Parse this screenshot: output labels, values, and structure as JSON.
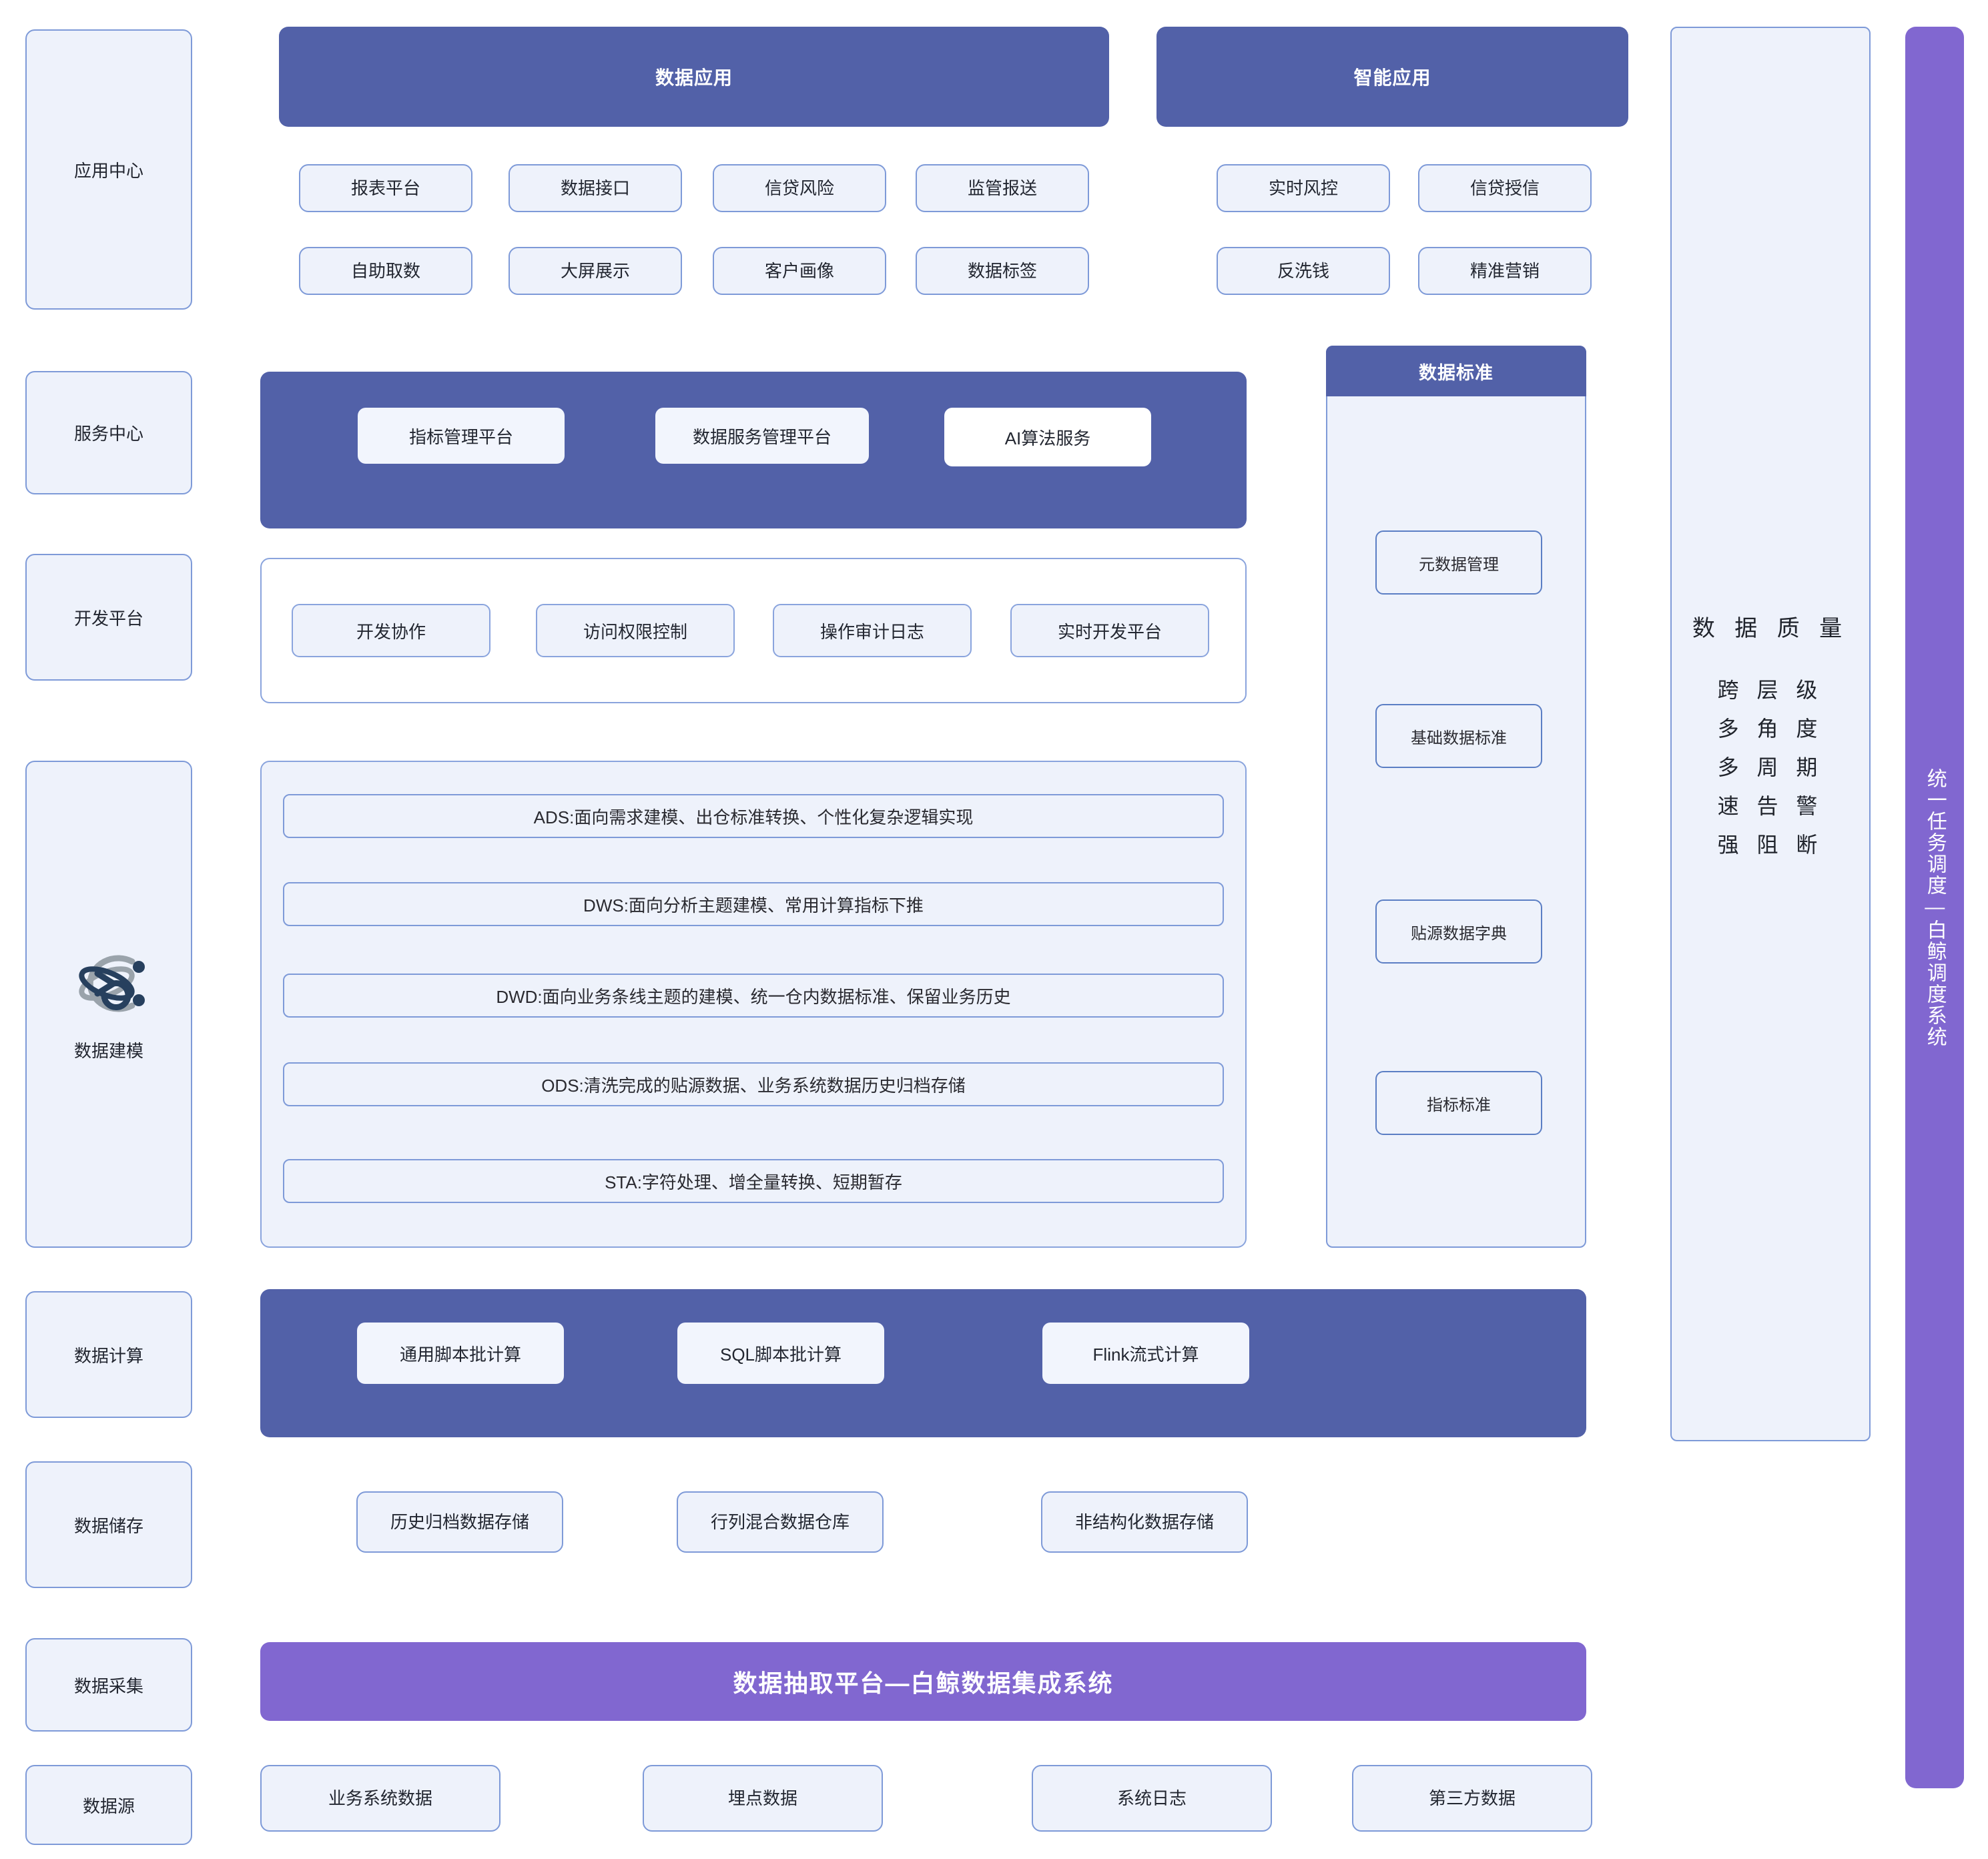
{
  "sidebar": {
    "items": [
      {
        "label": "应用中心"
      },
      {
        "label": "服务中心"
      },
      {
        "label": "开发平台"
      },
      {
        "label": "数据建模",
        "icon": "atom-orbit-icon"
      },
      {
        "label": "数据计算"
      },
      {
        "label": "数据储存"
      },
      {
        "label": "数据采集"
      },
      {
        "label": "数据源"
      }
    ]
  },
  "application_center": {
    "data_application": {
      "title": "数据应用",
      "tiles": [
        "报表平台",
        "数据接口",
        "信贷风险",
        "监管报送",
        "自助取数",
        "大屏展示",
        "客户画像",
        "数据标签"
      ]
    },
    "intelligent_application": {
      "title": "智能应用",
      "tiles": [
        "实时风控",
        "信贷授信",
        "反洗钱",
        "精准营销"
      ]
    }
  },
  "service_center": {
    "tiles": [
      "指标管理平台",
      "数据服务管理平台",
      "AI算法服务"
    ]
  },
  "dev_platform": {
    "tiles": [
      "开发协作",
      "访问权限控制",
      "操作审计日志",
      "实时开发平台"
    ]
  },
  "data_modeling": {
    "layers": [
      "ADS:面向需求建模、出仓标准转换、个性化复杂逻辑实现",
      "DWS:面向分析主题建模、常用计算指标下推",
      "DWD:面向业务条线主题的建模、统一仓内数据标准、保留业务历史",
      "ODS:清洗完成的贴源数据、业务系统数据历史归档存储",
      "STA:字符处理、增全量转换、短期暂存"
    ]
  },
  "data_standard": {
    "title": "数据标准",
    "items": [
      "元数据管理",
      "基础数据标准",
      "贴源数据字典",
      "指标标准"
    ]
  },
  "data_quality": {
    "title": "数 据 质 量",
    "lines": [
      "跨 层 级",
      "多 角 度",
      "多 周 期",
      "速 告 警",
      "强 阻 断"
    ]
  },
  "scheduler": {
    "label": "统一任务调度—白鲸调度系统"
  },
  "data_compute": {
    "tiles": [
      "通用脚本批计算",
      "SQL脚本批计算",
      "Flink流式计算"
    ]
  },
  "data_storage": {
    "tiles": [
      "历史归档数据存储",
      "行列混合数据仓库",
      "非结构化数据存储"
    ]
  },
  "data_collection": {
    "label": "数据抽取平台—白鲸数据集成系统"
  },
  "data_source": {
    "tiles": [
      "业务系统数据",
      "埋点数据",
      "系统日志",
      "第三方数据"
    ]
  },
  "colors": {
    "band_blue": "#5261a8",
    "purple": "#8167d0",
    "tile_fill": "#eef2fb",
    "tile_border": "#7e9ad8"
  }
}
